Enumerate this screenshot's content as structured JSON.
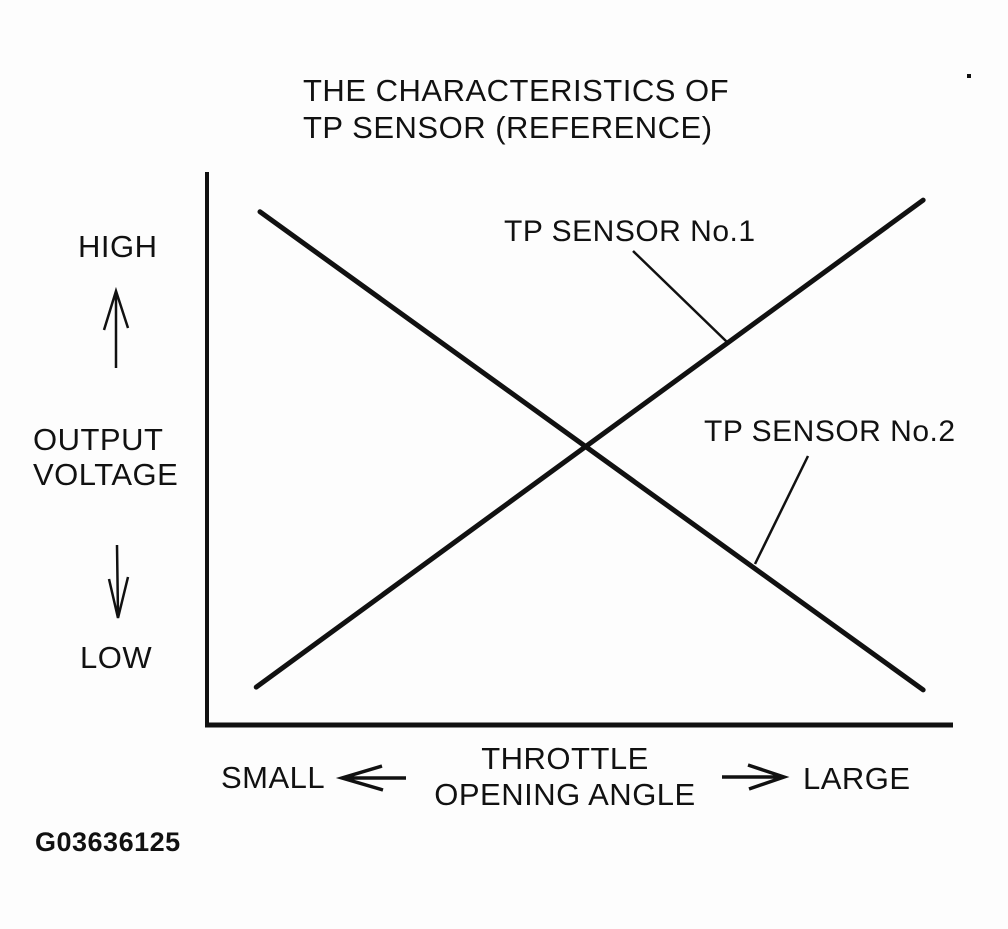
{
  "figure": {
    "title_line1": "THE CHARACTERISTICS OF",
    "title_line2": "TP SENSOR (REFERENCE)",
    "figure_code": "G03636125"
  },
  "y_axis": {
    "high_label": "HIGH",
    "low_label": "LOW",
    "axis_label_line1": "OUTPUT",
    "axis_label_line2": "VOLTAGE"
  },
  "x_axis": {
    "small_label": "SMALL",
    "large_label": "LARGE",
    "axis_label_line1": "THROTTLE",
    "axis_label_line2": "OPENING ANGLE"
  },
  "colors": {
    "ink": "#111111",
    "background": "#fdfdfd"
  },
  "chart_data": {
    "type": "line",
    "title": "THE CHARACTERISTICS OF TP SENSOR (REFERENCE)",
    "xlabel": "THROTTLE OPENING ANGLE",
    "ylabel": "OUTPUT VOLTAGE",
    "x_range_labels": [
      "SMALL",
      "LARGE"
    ],
    "y_range_labels": [
      "LOW",
      "HIGH"
    ],
    "axis_scale": "qualitative, normalized 0-1 (no numeric ticks shown)",
    "grid": false,
    "legend_position": "inline labels with leader lines",
    "series": [
      {
        "name": "TP SENSOR No.1",
        "trend": "rising",
        "x": [
          0.066,
          0.96
        ],
        "values": [
          0.072,
          0.951
        ]
      },
      {
        "name": "TP SENSOR No.2",
        "trend": "falling",
        "x": [
          0.071,
          0.96
        ],
        "values": [
          0.93,
          0.067
        ]
      }
    ]
  }
}
